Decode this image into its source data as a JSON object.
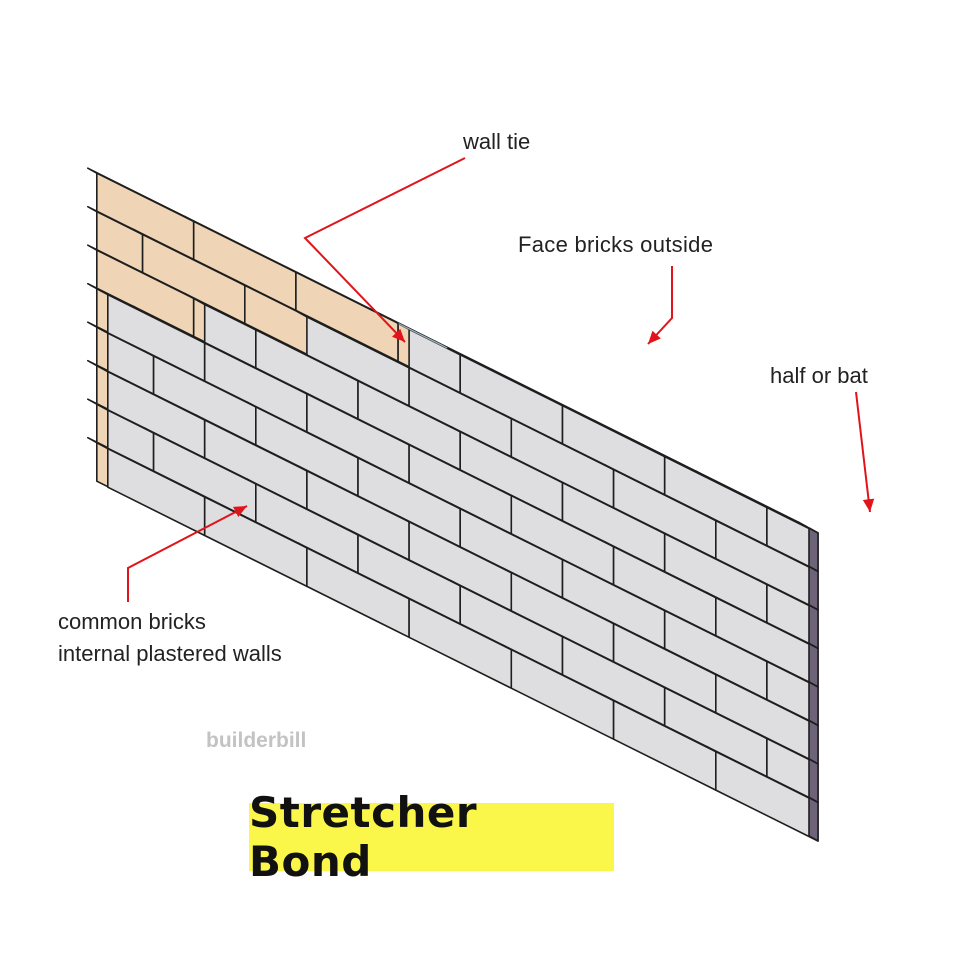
{
  "title": "Stretcher Bond",
  "watermark": "builderbill",
  "labels": {
    "wall_tie": "wall tie",
    "face_bricks": "Face bricks outside",
    "half_bat": "half or bat",
    "common_line1": "common bricks",
    "common_line2": "internal plastered walls"
  },
  "colors": {
    "face_brick_top": "#f2dcc0",
    "face_brick_front": "#efd5b6",
    "face_brick_end": "#8c7140",
    "common_brick_top": "#e3e3e3",
    "common_brick_front": "#dedee0",
    "common_brick_end": "#6e647a",
    "mortar": "#1e1e1e",
    "leader_line": "#e0141a",
    "wall_tie": "#dff4fb",
    "title_bg": "#fbf74a"
  }
}
